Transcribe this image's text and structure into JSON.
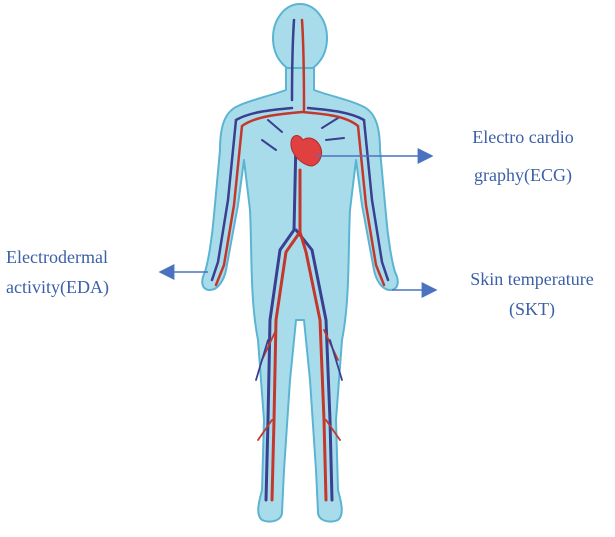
{
  "labels": {
    "ecg": {
      "line1": "Electro cardio",
      "line2": "graphy(ECG)"
    },
    "eda": {
      "line1": "Electrodermal",
      "line2": "activity(EDA)"
    },
    "skt": {
      "line1": "Skin temperature",
      "line2": "(SKT)"
    }
  },
  "colors": {
    "body_fill": "#a9dceb",
    "body_outline": "#5bb4d1",
    "artery": "#c4372d",
    "vein": "#3a3f8f",
    "heart": "#e0403f",
    "arrow": "#4a72c0",
    "text": "#3b5fa8"
  },
  "icons": [
    "human-body-icon",
    "heart-icon"
  ]
}
